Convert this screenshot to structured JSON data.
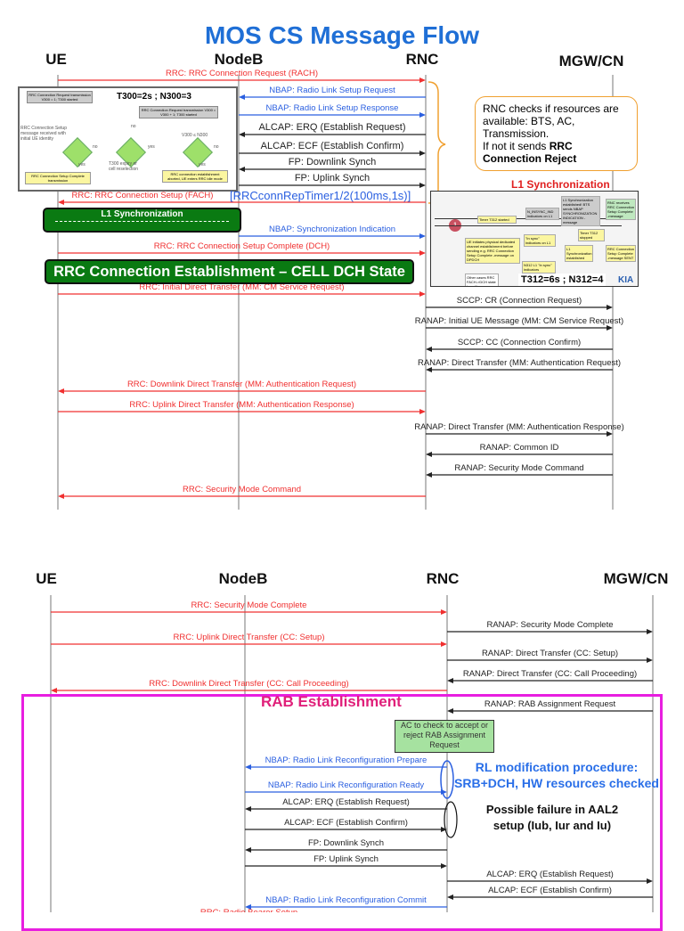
{
  "title": "MOS CS Message Flow",
  "colors": {
    "rrc": "#f03030",
    "nbap": "#2a5fe0",
    "other": "#222222",
    "title": "#1f6fd6",
    "banner": "#0a7a12",
    "rab_frame": "#e81ee0",
    "rab_title": "#e0207a"
  },
  "section1": {
    "entities": [
      "UE",
      "NodeB",
      "RNC",
      "MGW/CN"
    ],
    "flowchart": {
      "title": "T300=2s ; N300=3",
      "box1": "RRC Connection Request transmission V300 = 1; T300 started",
      "box2": "RRC Connection Request transmission V300 = V300 + 1; T300 started",
      "cond1": "RRC Connection Setup message received with initial UE identity",
      "cond2": "T300 expiry or cell reselection",
      "cond3": "V300 ≤ N300",
      "no": "no",
      "yes": "yes",
      "end1": "RRC Connection Setup Complete transmission",
      "end2": "RRC connection establishment aborted, UE enters RRC idle mode"
    },
    "callout": {
      "text": "RNC checks if resources are available: BTS, AC, Transmission.",
      "text2": "If not it sends ",
      "bold": "RRC Connection Reject"
    },
    "timer_label": "[RRCconnRepTimer1/2(100ms,1s)]",
    "l1_sync_box": "L1 Synchronization",
    "l1_image": {
      "title": "L1 Synchronization",
      "params": "T312=6s ; N312=4",
      "logo": "KIA",
      "notes": [
        "Timer T312 started",
        "N_INSYNC_IND indicators on L1",
        "L1 Synchronization established! BTS sends NBAP SYNCHRONIZATION INDICATION -message",
        "RNC receives RRC Connection Setup Complete -message",
        "\"In sync\" indicators on L1",
        "Timer T312 stopped",
        "L1 Synchronization established",
        "RRC Connection Setup Complete -message SENT",
        "UE initiates physical dedicated channel establishment before sending e.g. RRC Connection Setup Complete -message on DPDCH",
        "N312 L1 \"in sync\" indicators",
        "Other cases RRC FACH->DCH state transition"
      ],
      "step": "1"
    },
    "banner": "RRC Connection Establishment – CELL DCH State"
  },
  "section2": {
    "entities": [
      "UE",
      "NodeB",
      "RNC",
      "MGW/CN"
    ],
    "rab_title": "RAB Establishment",
    "ac_box": "AC to check to accept or reject RAB Assignment Request",
    "rl_note": [
      "RL modification procedure:",
      "SRB+DCH, HW resources checked"
    ],
    "aal2_note": [
      "Possible failure in AAL2",
      "setup  (Iub, Iur and Iu)"
    ]
  },
  "messages": [
    {
      "label": "RRC: RRC Connection Request (RACH)",
      "from": "UE",
      "to": "RNC",
      "type": "rrc"
    },
    {
      "label": "NBAP: Radio Link Setup Request",
      "from": "RNC",
      "to": "NodeB",
      "type": "nbap"
    },
    {
      "label": "NBAP: Radio Link Setup Response",
      "from": "NodeB",
      "to": "RNC",
      "type": "nbap"
    },
    {
      "label": "ALCAP: ERQ (Establish Request)",
      "from": "RNC",
      "to": "NodeB",
      "type": "other"
    },
    {
      "label": "ALCAP: ECF (Establish Confirm)",
      "from": "NodeB",
      "to": "RNC",
      "type": "other"
    },
    {
      "label": "FP:  Downlink Synch",
      "from": "RNC",
      "to": "NodeB",
      "type": "other"
    },
    {
      "label": "FP:  Uplink Synch",
      "from": "NodeB",
      "to": "RNC",
      "type": "other"
    },
    {
      "label": "RRC: RRC Connection Setup (FACH)",
      "from": "RNC",
      "to": "UE",
      "type": "rrc"
    },
    {
      "label": "NBAP: Synchronization Indication",
      "from": "NodeB",
      "to": "RNC",
      "type": "nbap"
    },
    {
      "label": "RRC: RRC Connection Setup Complete (DCH)",
      "from": "UE",
      "to": "RNC",
      "type": "rrc"
    },
    {
      "label": "RRC: Initial Direct Transfer (MM: CM Service Request)",
      "from": "UE",
      "to": "RNC",
      "type": "rrc"
    },
    {
      "label": "SCCP: CR (Connection Request)",
      "from": "RNC",
      "to": "MGW/CN",
      "type": "other"
    },
    {
      "label": "RANAP: Initial UE Message (MM: CM Service Request)",
      "from": "RNC",
      "to": "MGW/CN",
      "type": "other"
    },
    {
      "label": "SCCP: CC (Connection Confirm)",
      "from": "MGW/CN",
      "to": "RNC",
      "type": "other"
    },
    {
      "label": "RANAP: Direct Transfer (MM: Authentication Request)",
      "from": "MGW/CN",
      "to": "RNC",
      "type": "other"
    },
    {
      "label": "RRC: Downlink Direct Transfer (MM: Authentication Request)",
      "from": "RNC",
      "to": "UE",
      "type": "rrc"
    },
    {
      "label": "RRC: Uplink Direct Transfer (MM: Authentication Response)",
      "from": "UE",
      "to": "RNC",
      "type": "rrc"
    },
    {
      "label": "RANAP: Direct Transfer (MM: Authentication Response)",
      "from": "RNC",
      "to": "MGW/CN",
      "type": "other"
    },
    {
      "label": "RANAP: Common ID",
      "from": "MGW/CN",
      "to": "RNC",
      "type": "other"
    },
    {
      "label": "RANAP: Security Mode Command",
      "from": "MGW/CN",
      "to": "RNC",
      "type": "other"
    },
    {
      "label": "RRC: Security Mode Command",
      "from": "RNC",
      "to": "UE",
      "type": "rrc"
    },
    {
      "label": "RRC: Security Mode Complete",
      "from": "UE",
      "to": "RNC",
      "type": "rrc"
    },
    {
      "label": "RANAP: Security Mode Complete",
      "from": "RNC",
      "to": "MGW/CN",
      "type": "other"
    },
    {
      "label": "RRC: Uplink Direct Transfer (CC: Setup)",
      "from": "UE",
      "to": "RNC",
      "type": "rrc"
    },
    {
      "label": "RANAP: Direct Transfer (CC: Setup)",
      "from": "RNC",
      "to": "MGW/CN",
      "type": "other"
    },
    {
      "label": "RANAP: Direct Transfer (CC: Call Proceeding)",
      "from": "MGW/CN",
      "to": "RNC",
      "type": "other"
    },
    {
      "label": "RRC: Downlink Direct Transfer (CC: Call Proceeding)",
      "from": "RNC",
      "to": "UE",
      "type": "rrc"
    },
    {
      "label": "RANAP: RAB Assignment Request",
      "from": "MGW/CN",
      "to": "RNC",
      "type": "other"
    },
    {
      "label": "NBAP: Radio Link Reconfiguration Prepare",
      "from": "RNC",
      "to": "NodeB",
      "type": "nbap"
    },
    {
      "label": "NBAP: Radio Link Reconfiguration Ready",
      "from": "NodeB",
      "to": "RNC",
      "type": "nbap"
    },
    {
      "label": "ALCAP: ERQ (Establish Request)",
      "from": "RNC",
      "to": "NodeB",
      "type": "other"
    },
    {
      "label": "ALCAP: ECF (Establish Confirm)",
      "from": "NodeB",
      "to": "RNC",
      "type": "other"
    },
    {
      "label": "FP:  Downlink Synch",
      "from": "RNC",
      "to": "NodeB",
      "type": "other"
    },
    {
      "label": "FP:  Uplink Synch",
      "from": "NodeB",
      "to": "RNC",
      "type": "other"
    },
    {
      "label": "ALCAP: ERQ (Establish Request)",
      "from": "RNC",
      "to": "MGW/CN",
      "type": "other"
    },
    {
      "label": "ALCAP: ECF (Establish Confirm)",
      "from": "MGW/CN",
      "to": "RNC",
      "type": "other"
    },
    {
      "label": "NBAP: Radio Link Reconfiguration Commit",
      "from": "RNC",
      "to": "NodeB",
      "type": "nbap"
    },
    {
      "label": "RRC: Radio Bearer Setup",
      "from": "RNC",
      "to": "UE",
      "type": "rrc"
    }
  ]
}
